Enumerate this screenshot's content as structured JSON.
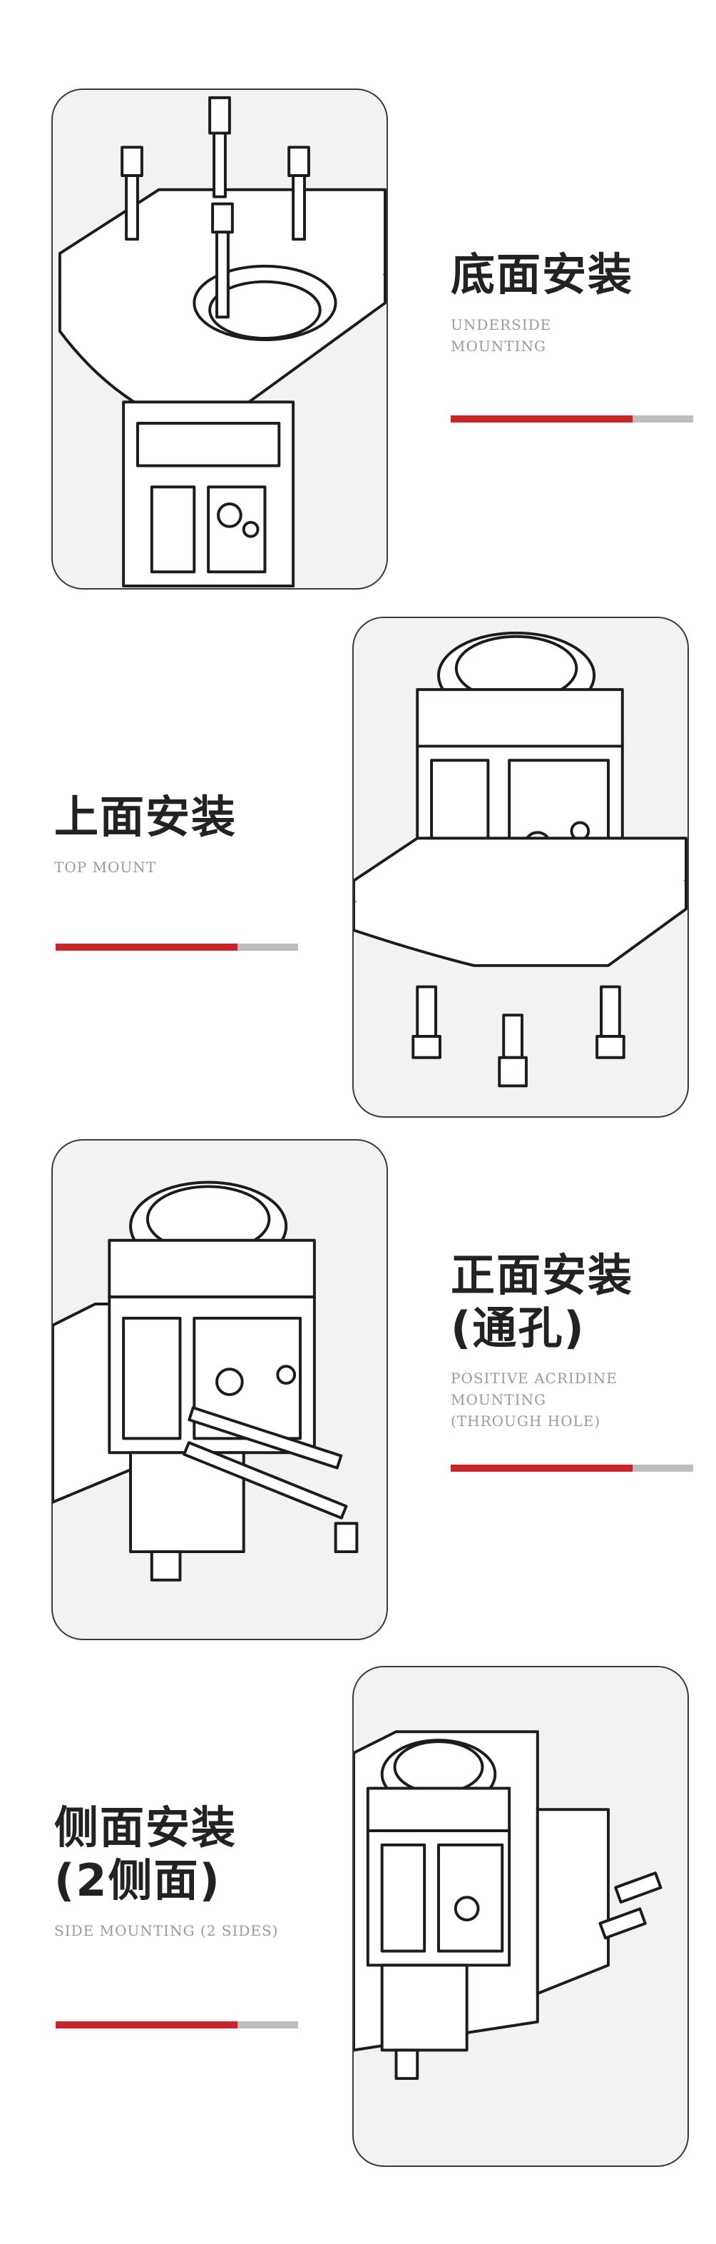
{
  "colors": {
    "accent": "#c8242a",
    "track": "#bdbdbd",
    "title": "#222222",
    "subtitle": "#9a9a9a",
    "card_bg": "#f2f2f2"
  },
  "sections": [
    {
      "title_lines": [
        "底面安装"
      ],
      "subtitle_lines": [
        "UNDERSIDE",
        "MOUNTING"
      ],
      "progress": 0.75
    },
    {
      "title_lines": [
        "上面安装"
      ],
      "subtitle_lines": [
        "TOP MOUNT"
      ],
      "progress": 0.75
    },
    {
      "title_lines": [
        "正面安装",
        "(通孔)"
      ],
      "subtitle_lines": [
        "POSITIVE ACRIDINE",
        "MOUNTING",
        "(THROUGH HOLE)"
      ],
      "progress": 0.75
    },
    {
      "title_lines": [
        "侧面安装",
        "(2侧面)"
      ],
      "subtitle_lines": [
        "SIDE MOUNTING (2 SIDES)"
      ],
      "progress": 0.75
    }
  ]
}
